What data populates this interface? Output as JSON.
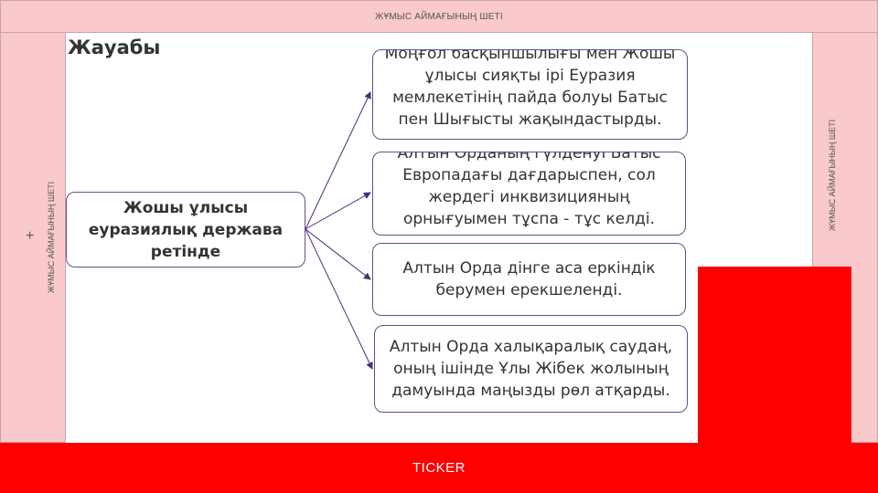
{
  "workspace_label": "ЖҰМЫС АЙМАҒЫНЫҢ ШЕТІ",
  "plus_symbol": "+",
  "ticker": "TICKER",
  "heading": "Жауабы",
  "diagram": {
    "root": "Жошы ұлысы еуразиялық держава ретінде",
    "branches": [
      "Моңғол басқыншылығы мен Жошы ұлысы сияқты ірі Еуразия мемлекетінің пайда болуы Батыс пен Шығысты жақындастырды.",
      "Алтын Орданың гүлденуі Батыс Европадағы дағдарыспен, сол жердегі инквизицияның орнығуымен тұспа - тұс келді.",
      "Алтын Орда дінге аса еркіндік берумен ерекшеленді.",
      "Алтын Орда халықаралық саудаң, оның ішінде Ұлы Жібек жолының дамуында маңызды рөл атқарды."
    ]
  }
}
